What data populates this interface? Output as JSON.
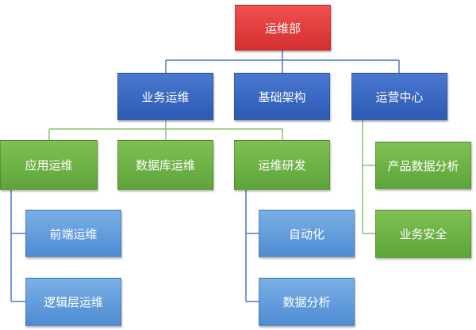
{
  "diagram": {
    "root": {
      "label": "运维部"
    },
    "level1": [
      {
        "label": "业务运维"
      },
      {
        "label": "基础架构"
      },
      {
        "label": "运营中心"
      }
    ],
    "level2": [
      {
        "label": "应用运维"
      },
      {
        "label": "数据库运维"
      },
      {
        "label": "运维研发"
      }
    ],
    "app_ops_children": [
      {
        "label": "前端运维"
      },
      {
        "label": "逻辑层运维"
      }
    ],
    "dev_ops_children": [
      {
        "label": "自动化"
      },
      {
        "label": "数据分析"
      }
    ],
    "operations_center_children": [
      {
        "label": "产品数据分析"
      },
      {
        "label": "业务安全"
      }
    ]
  },
  "colors": {
    "root": "#e03b3b",
    "level1": "#3866c2",
    "level2": "#6cb143",
    "leaf_blue": "#5f9cdc",
    "connector_blue": "#4a78c8",
    "connector_green": "#8cc26a"
  }
}
